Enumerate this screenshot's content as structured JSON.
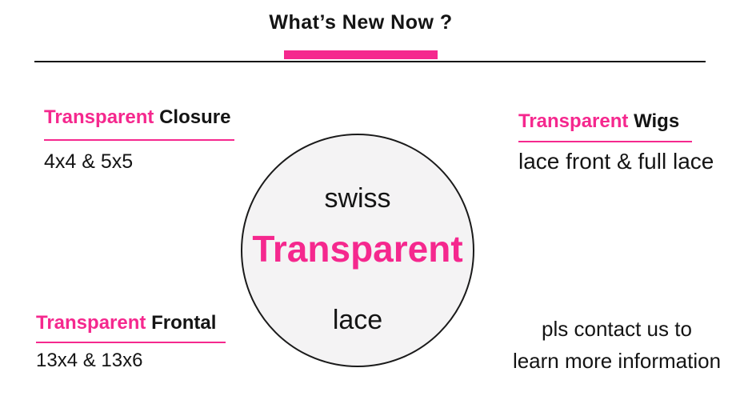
{
  "colors": {
    "accent_pink": "#f5288e",
    "text": "#141414",
    "background": "#ffffff",
    "circle_fill": "#f4f3f4",
    "circle_border": "#1a1a1a"
  },
  "header": {
    "title": "What’s New Now ?"
  },
  "circle": {
    "top_word": "swiss",
    "main_word": "Transparent",
    "bottom_word": "lace"
  },
  "sections": {
    "closure": {
      "highlight": "Transparent",
      "rest": "Closure",
      "subtext": "4x4 & 5x5"
    },
    "wigs": {
      "highlight": "Transparent",
      "rest": "Wigs",
      "subtext": "lace front & full lace"
    },
    "frontal": {
      "highlight": "Transparent",
      "rest": "Frontal",
      "subtext": "13x4 & 13x6"
    },
    "contact": {
      "line1": "pls contact us to",
      "line2": "learn more information"
    }
  }
}
